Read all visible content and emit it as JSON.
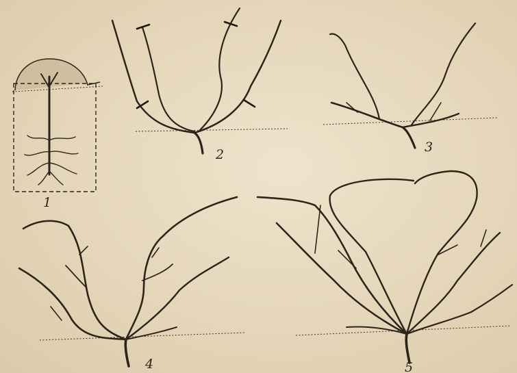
{
  "figures": [
    {
      "id": "1",
      "label": "1"
    },
    {
      "id": "2",
      "label": "2"
    },
    {
      "id": "3",
      "label": "3"
    },
    {
      "id": "4",
      "label": "4"
    },
    {
      "id": "5",
      "label": "5"
    }
  ],
  "colors": {
    "paper": "#e9dcc4",
    "ink": "#2d2419"
  }
}
